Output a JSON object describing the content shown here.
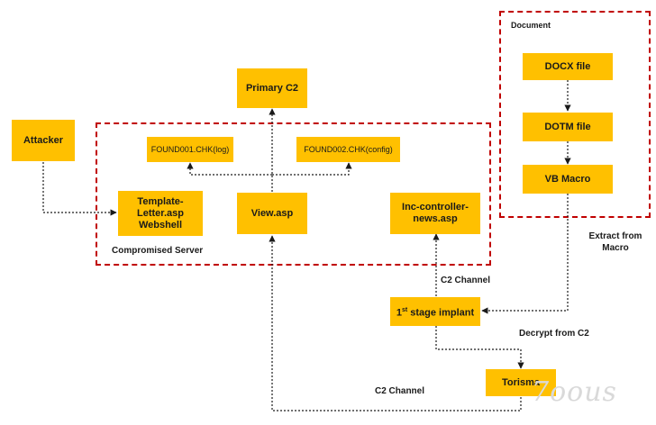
{
  "regions": {
    "server_label": "Compromised Server",
    "document_label": "Document"
  },
  "nodes": {
    "primary_c2": "Primary C2",
    "attacker": "Attacker",
    "found001": "FOUND001.CHK(log)",
    "found002": "FOUND002.CHK(config)",
    "template_l1": "Template-",
    "template_l2": "Letter.asp",
    "template_l3": "Webshell",
    "view": "View.asp",
    "inc_l1": "Inc-controller-",
    "inc_l2": "news.asp",
    "implant_pre": "1",
    "implant_sup": "st",
    "implant_post": " stage implant",
    "torisma": "Torisma",
    "docx": "DOCX file",
    "dotm": "DOTM file",
    "vbmacro": "VB Macro"
  },
  "edge_labels": {
    "extract_l1": "Extract from",
    "extract_l2": "Macro",
    "c2_channel_1": "C2 Channel",
    "decrypt": "Decrypt from C2",
    "c2_channel_2": "C2 Channel"
  },
  "colors": {
    "node_fill": "#ffc000",
    "region_border": "#c00000",
    "edge": "#1a1a1a"
  },
  "watermark": "7oous"
}
